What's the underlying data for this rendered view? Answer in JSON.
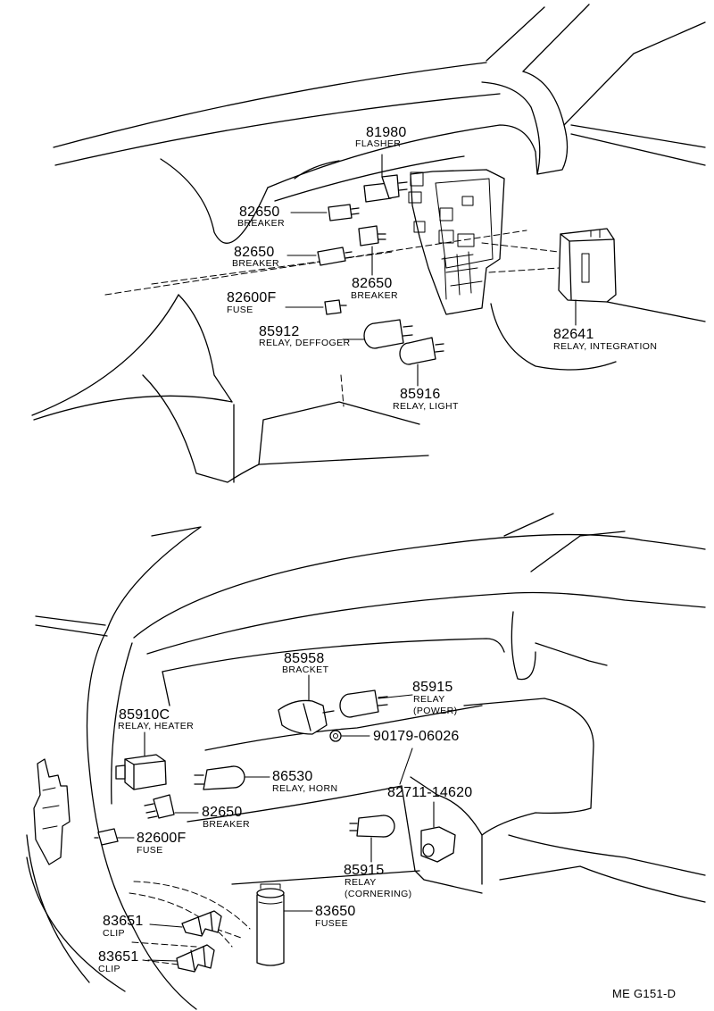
{
  "diagram_code": "ME G151-D",
  "top_view": {
    "parts": [
      {
        "number": "81980",
        "name": "FLASHER"
      },
      {
        "number": "82650",
        "name": "BREAKER"
      },
      {
        "number": "82650",
        "name": "BREAKER"
      },
      {
        "number": "82650",
        "name": "BREAKER"
      },
      {
        "number": "82600F",
        "name": "FUSE"
      },
      {
        "number": "85912",
        "name": "RELAY, DEFFOGER"
      },
      {
        "number": "85916",
        "name": "RELAY, LIGHT"
      },
      {
        "number": "82641",
        "name": "RELAY, INTEGRATION"
      }
    ]
  },
  "bottom_view": {
    "parts": [
      {
        "number": "85958",
        "name": "BRACKET"
      },
      {
        "number": "85915",
        "name": "RELAY",
        "name2": "(POWER)"
      },
      {
        "number": "90179-06026",
        "name": ""
      },
      {
        "number": "85910C",
        "name": "RELAY, HEATER"
      },
      {
        "number": "86530",
        "name": "RELAY, HORN"
      },
      {
        "number": "82711-14620",
        "name": ""
      },
      {
        "number": "82650",
        "name": "BREAKER"
      },
      {
        "number": "82600F",
        "name": "FUSE"
      },
      {
        "number": "85915",
        "name": "RELAY",
        "name2": "(CORNERING)"
      },
      {
        "number": "83651",
        "name": "CLIP"
      },
      {
        "number": "83650",
        "name": "FUSEE"
      },
      {
        "number": "83651",
        "name": "CLIP"
      }
    ]
  }
}
